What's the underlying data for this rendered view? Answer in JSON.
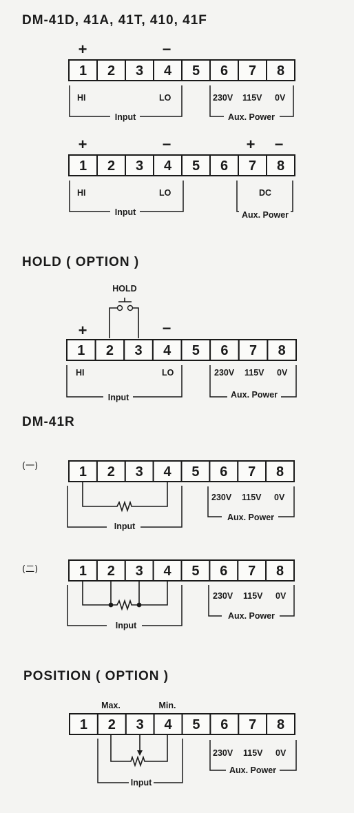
{
  "titles": {
    "dm41d": "DM-41D, 41A, 41T, 410, 41F",
    "hold": "HOLD ( OPTION )",
    "dm41r": "DM-41R",
    "position": "POSITION  ( OPTION )"
  },
  "terminals": [
    "1",
    "2",
    "3",
    "4",
    "5",
    "6",
    "7",
    "8"
  ],
  "signs": {
    "plus": "+",
    "minus": "−"
  },
  "labels": {
    "hi": "HI",
    "lo": "LO",
    "input": "Input",
    "aux_power": "Aux. Power",
    "v230": "230V",
    "v115": "115V",
    "v0": "0V",
    "dc": "DC",
    "hold_switch": "HOLD",
    "max": "Max.",
    "min": "Min."
  },
  "markers": {
    "one": "(一)",
    "two": "(二)"
  }
}
